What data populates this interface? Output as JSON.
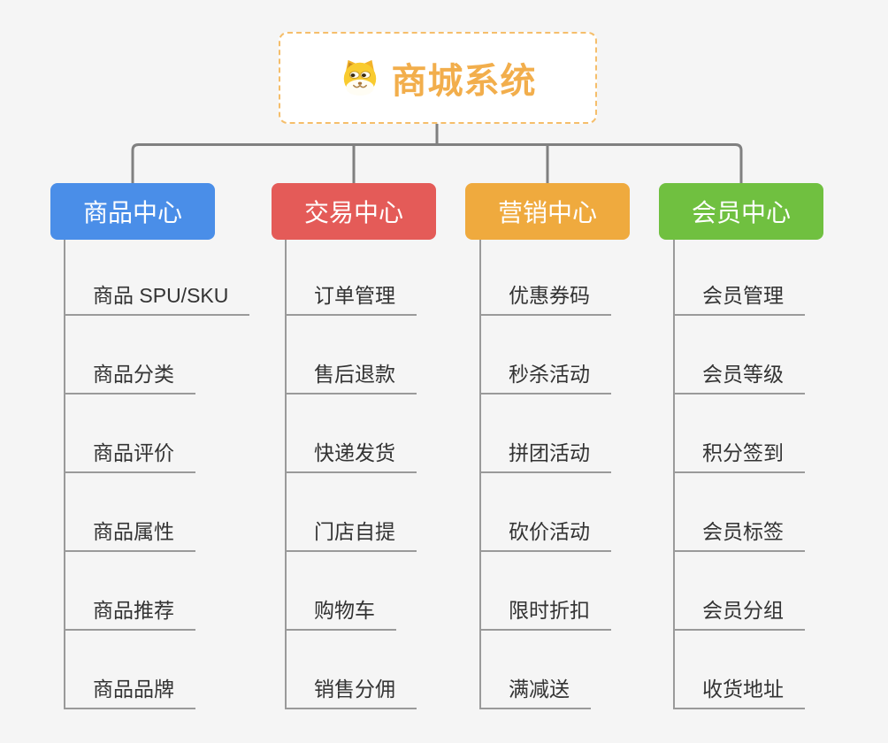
{
  "root": {
    "label": "商城系统",
    "icon": "dog-face-icon",
    "text_color": "#F2AE4C",
    "border_color": "#F5BE6B"
  },
  "branches": [
    {
      "label": "商品中心",
      "color": "#4A8EE8",
      "children": [
        "商品 SPU/SKU",
        "商品分类",
        "商品评价",
        "商品属性",
        "商品推荐",
        "商品品牌"
      ]
    },
    {
      "label": "交易中心",
      "color": "#E45B58",
      "children": [
        "订单管理",
        "售后退款",
        "快递发货",
        "门店自提",
        "购物车",
        "销售分佣"
      ]
    },
    {
      "label": "营销中心",
      "color": "#EFAA3E",
      "children": [
        "优惠券码",
        "秒杀活动",
        "拼团活动",
        "砍价活动",
        "限时折扣",
        "满减送"
      ]
    },
    {
      "label": "会员中心",
      "color": "#70C040",
      "children": [
        "会员管理",
        "会员等级",
        "积分签到",
        "会员标签",
        "会员分组",
        "收货地址"
      ]
    }
  ],
  "colors": {
    "background": "#F5F5F5",
    "connector": "#808080",
    "leaf_line": "#9A9A9A",
    "leaf_text": "#333333"
  }
}
